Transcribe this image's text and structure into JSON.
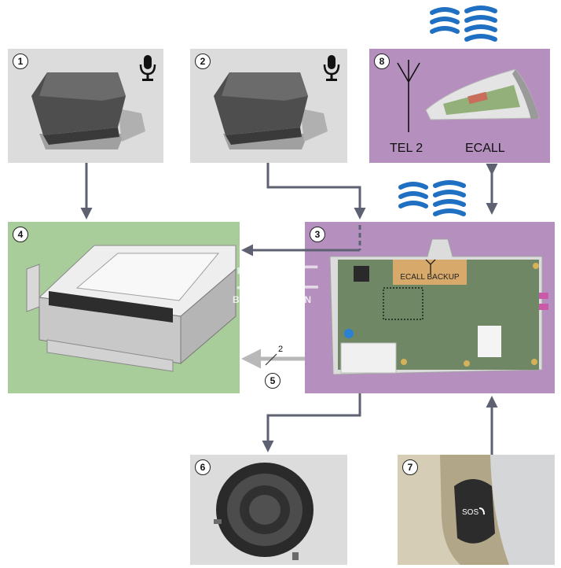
{
  "badges": [
    "1",
    "2",
    "3",
    "4",
    "5",
    "6",
    "7",
    "8"
  ],
  "antenna": {
    "tel2_label": "TEL 2",
    "ecall_label": "ECALL"
  },
  "arrow5_label": "2",
  "module": {
    "chip_label": "ECALL BACKUP"
  },
  "button_label": "SOS",
  "watermark": {
    "chinese": "宝马汇",
    "latin": "BMWCHE.CN"
  },
  "colors": {
    "gray_panel": "#dcdcdc",
    "green_panel": "#a9cc9b",
    "purple_panel": "#b590be",
    "arrow": "#5e6172",
    "wave": "#1f6fc2"
  }
}
